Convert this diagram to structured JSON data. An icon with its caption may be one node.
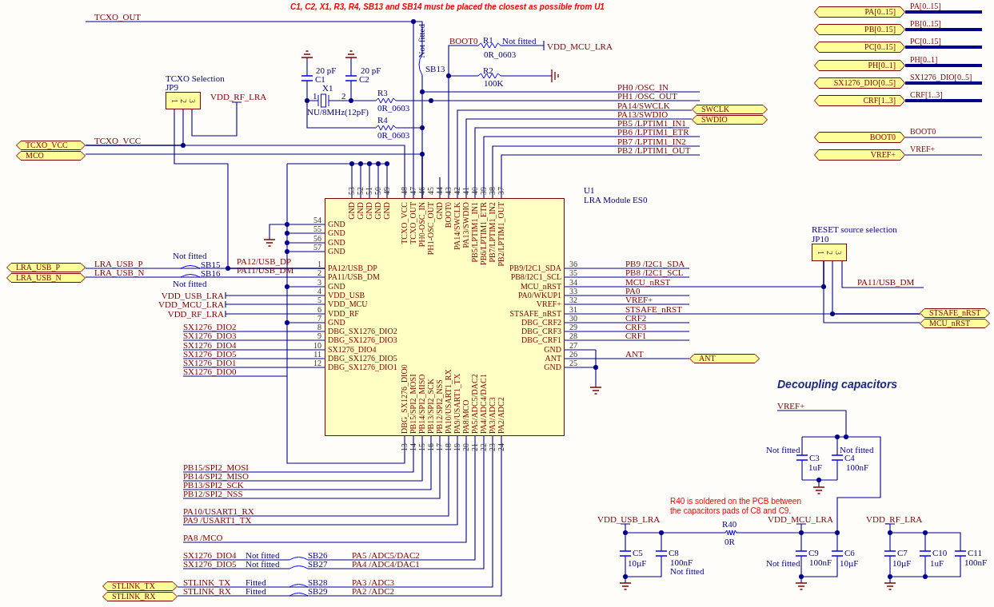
{
  "diagram": {
    "nodes": [
      {
        "text": [],
        "shape": "box",
        "beside": [
          "U1",
          "LRA Module ES0"
        ]
      },
      {
        "text": [
          "1",
          "2",
          "3"
        ],
        "beside": [
          "TCXO Selection",
          "JP9"
        ]
      },
      {
        "text": [
          "1",
          "2",
          "3"
        ],
        "beside": [
          "RESET source selection",
          "JP10"
        ]
      },
      {
        "text": [
          "TCXO_VCC"
        ]
      },
      {
        "text": [
          "MCO"
        ]
      },
      {
        "text": [
          "LRA_USB_P"
        ]
      },
      {
        "text": [
          "LRA_USB_N"
        ]
      },
      {
        "text": [
          "STLINK_TX"
        ]
      },
      {
        "text": [
          "STLINK_RX"
        ]
      },
      {
        "text": [
          "SWCLK"
        ]
      },
      {
        "text": [
          "SWDIO"
        ]
      },
      {
        "text": [
          "ANT"
        ]
      },
      {
        "text": [
          "STSAFE_nRST"
        ]
      },
      {
        "text": [
          "MCU_nRST"
        ]
      },
      {
        "text": [
          "PA[0..15]"
        ]
      },
      {
        "text": [
          "PB[0..15]"
        ]
      },
      {
        "text": [
          "PC[0..15]"
        ]
      },
      {
        "text": [
          "PH[0..1]"
        ]
      },
      {
        "text": [
          "SX1276_DIO[0..5]"
        ]
      },
      {
        "text": [
          "CRF[1..3]"
        ]
      },
      {
        "text": [
          "BOOT0"
        ]
      },
      {
        "text": [
          "VREF+"
        ]
      }
    ],
    "edges": [
      {
        "from": 3,
        "to": 0,
        "arrow": "none"
      },
      {
        "from": 1,
        "to": 3,
        "arrow": "none"
      },
      {
        "from": 1,
        "to": 0,
        "arrow": "none"
      },
      {
        "from": 4,
        "to": 0,
        "arrow": "none"
      },
      {
        "from": 5,
        "to": 0,
        "arrow": "none"
      },
      {
        "from": 6,
        "to": 0,
        "arrow": "none"
      },
      {
        "from": 7,
        "to": 0,
        "arrow": "none"
      },
      {
        "from": 8,
        "to": 0,
        "arrow": "none"
      },
      {
        "from": 0,
        "to": 9,
        "arrow": "none"
      },
      {
        "from": 0,
        "to": 10,
        "arrow": "none"
      },
      {
        "from": 0,
        "to": 11,
        "arrow": "none"
      },
      {
        "from": 0,
        "to": 12,
        "arrow": "none"
      },
      {
        "from": 2,
        "to": 12,
        "arrow": "none"
      },
      {
        "from": 0,
        "to": 2,
        "arrow": "none"
      },
      {
        "from": 2,
        "to": 13,
        "arrow": "none"
      },
      {
        "from": 14,
        "to": null,
        "arrow": "none",
        "style": "thick"
      },
      {
        "from": 15,
        "to": null,
        "arrow": "none",
        "style": "thick"
      },
      {
        "from": 16,
        "to": null,
        "arrow": "none",
        "style": "thick"
      },
      {
        "from": 17,
        "to": null,
        "arrow": "none",
        "style": "thick"
      },
      {
        "from": 18,
        "to": null,
        "arrow": "none",
        "style": "thick"
      },
      {
        "from": 19,
        "to": null,
        "arrow": "none",
        "style": "thick"
      },
      {
        "from": 20,
        "to": null,
        "arrow": "none"
      },
      {
        "from": 21,
        "to": null,
        "arrow": "none"
      }
    ],
    "labels": [
      "C1, C2, X1, R3, R4, SB13 and SB14 must be placed the closest as possible from U1",
      "TCXO_OUT",
      "Not fitted",
      "20 pF",
      "20 pF",
      "SB13",
      "C1",
      "C2",
      "X1",
      "1",
      "2",
      "NU/8MHz(12pF)",
      "R3",
      "0R_0603",
      "R4",
      "0R_0603",
      "BOOT0",
      "R1",
      "Not fitted",
      "0R_0603",
      "VDD_MCU_LRA",
      "R2",
      "100K",
      "VDD_RF_LRA",
      "TCXO_VCC",
      "PH0 /OSC_IN",
      "PH1 /OSC_OUT",
      "PA14/SWCLK",
      "PA13/SWDIO",
      "PB5 /LPTIM1_IN1",
      "PB6 /LPTIM1_ETR",
      "PB7 /LPTIM1_IN2",
      "PB2 /LPTIM1_OUT",
      "53",
      "52",
      "51",
      "50",
      "49",
      "48",
      "47",
      "46",
      "45",
      "44",
      "43",
      "42",
      "41",
      "40",
      "39",
      "38",
      "37",
      "GND",
      "GND",
      "GND",
      "GND",
      "GND",
      "TCXO_VCC",
      "TCXO_OUT",
      "PH0-OSC_IN",
      "PH1-OSC_OUT",
      "GND",
      "BOOT0",
      "PA14/SWCLK",
      "PA13/SWDIO",
      "PB5/LPTIM1_IN1",
      "PB6/LPTIM1_ETR",
      "PB7/LPTIM1_IN2",
      "PB2/LPTIM1_OUT",
      "54",
      "55",
      "56",
      "57",
      "1",
      "2",
      "3",
      "4",
      "5",
      "6",
      "7",
      "8",
      "9",
      "10",
      "11",
      "12",
      "GND",
      "GND",
      "GND",
      "GND",
      "PA12/USB_DP",
      "PA11/USB_DM",
      "GND",
      "VDD_USB",
      "VDD_MCU",
      "VDD_RF",
      "GND",
      "DBG_SX1276_DIO2",
      "DBG_SX1276_DIO3",
      "SX1276_DIO4",
      "DBG_SX1276_DIO5",
      "DBG_SX1276_DIO1",
      "36",
      "35",
      "34",
      "33",
      "32",
      "31",
      "30",
      "29",
      "28",
      "27",
      "26",
      "25",
      "PB9/I2C1_SDA",
      "PB8/I2C1_SCL",
      "MCU_nRST",
      "PA0/WKUP1",
      "VREF+",
      "STSAFE_nRST",
      "DBG_CRF2",
      "DBG_CRF3",
      "DBG_CRF1",
      "GND",
      "ANT",
      "GND",
      "PB9 /I2C1_SDA",
      "PB8 /I2C1_SCL",
      "MCU_nRST",
      "PA0",
      "VREF+",
      "STSAFE_nRST",
      "CRF2",
      "CRF3",
      "CRF1",
      "ANT",
      "DBG_SX1276_DIO0",
      "PB15/SPI2_MOSI",
      "PB14/SPI2_MISO",
      "PB13/SPI2_SCK",
      "PB12/SPI2_NSS",
      "PA10/USART1_RX",
      "PA9/USART1_TX",
      "PA8/MCO",
      "PA5/ADC5/DAC2",
      "PA4/ADC4/DAC1",
      "PA3/ADC3",
      "PA2/ADC2",
      "13",
      "14",
      "15",
      "16",
      "17",
      "18",
      "19",
      "20",
      "21",
      "22",
      "23",
      "24",
      "LRA_USB_P",
      "LRA_USB_N",
      "Not fitted",
      "SB15",
      "SB16",
      "Not fitted",
      "PA12/USB_DP",
      "PA11/USB_DM",
      "VDD_USB_LRA",
      "VDD_MCU_LRA",
      "VDD_RF_LRA",
      "SX1276_DIO2",
      "SX1276_DIO3",
      "SX1276_DIO4",
      "SX1276_DIO5",
      "SX1276_DIO1",
      "SX1276_DIO0",
      "PB15/SPI2_MOSI",
      "PB14/SPI2_MISO",
      "PB13/SPI2_SCK",
      "PB12/SPI2_NSS",
      "PA10/USART1_RX",
      "PA9 /USART1_TX",
      "PA8 /MCO",
      "SX1276_DIO4",
      "Not fitted",
      "SB26",
      "PA5 /ADC5/DAC2",
      "SX1276_DIO5",
      "Not fitted",
      "SB27",
      "PA4 /ADC4/DAC1",
      "STLINK_TX",
      "Fitted",
      "SB28",
      "PA3 /ADC3",
      "STLINK_RX",
      "Fitted",
      "SB29",
      "PA2 /ADC2",
      "PA11/USB_DM",
      "PA[0..15]",
      "PB[0..15]",
      "PC[0..15]",
      "PH[0..1]",
      "SX1276_DIO[0..5]",
      "CRF[1..3]",
      "BOOT0",
      "VREF+",
      "Decoupling capacitors",
      "VREF+",
      "Not fitted",
      "C3",
      "1uF",
      "Not fitted",
      "C4",
      "100nF",
      "R40 is soldered on the PCB between the capacitors pads of C8 and C9.",
      "VDD_USB_LRA",
      "R40",
      "0R",
      "VDD_MCU_LRA",
      "VDD_RF_LRA",
      "C5",
      "10µF",
      "C8",
      "100nF",
      "Not fitted",
      "Not fitted",
      "C9",
      "100nF",
      "C6",
      "10µF",
      "C7",
      "10µF",
      "C10",
      "1uF",
      "C11",
      "100nF"
    ]
  }
}
